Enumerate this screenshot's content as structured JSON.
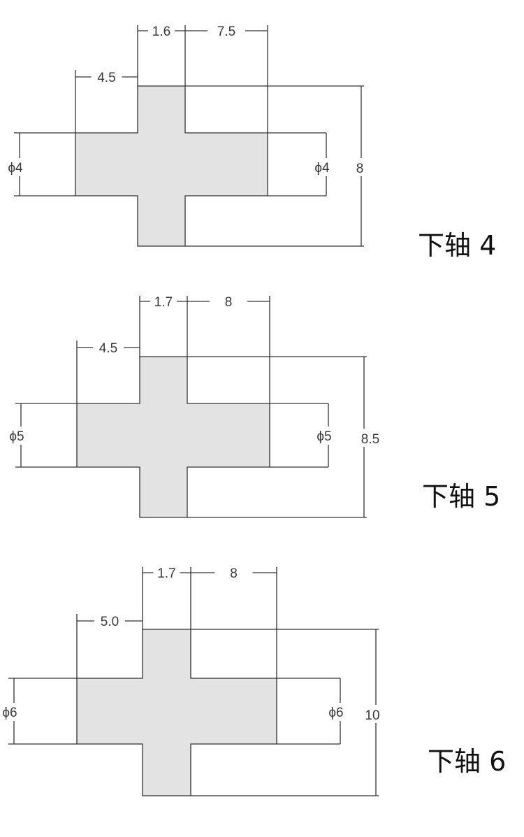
{
  "colors": {
    "line": "#333333",
    "fill": "#e3e3e3",
    "text": "#3a3a3a",
    "title": "#111111"
  },
  "diagrams": [
    {
      "title": "下轴 4",
      "dim_stem_width": "1.6",
      "dim_arm_length": "7.5",
      "dim_left_length": "4.5",
      "dim_left_diameter": "ϕ4",
      "dim_right_diameter": "ϕ4",
      "dim_height": "8"
    },
    {
      "title": "下轴 5",
      "dim_stem_width": "1.7",
      "dim_arm_length": "8",
      "dim_left_length": "4.5",
      "dim_left_diameter": "ϕ5",
      "dim_right_diameter": "ϕ5",
      "dim_height": "8.5"
    },
    {
      "title": "下轴 6",
      "dim_stem_width": "1.7",
      "dim_arm_length": "8",
      "dim_left_length": "5.0",
      "dim_left_diameter": "ϕ6",
      "dim_right_diameter": "ϕ6",
      "dim_height": "10"
    }
  ]
}
